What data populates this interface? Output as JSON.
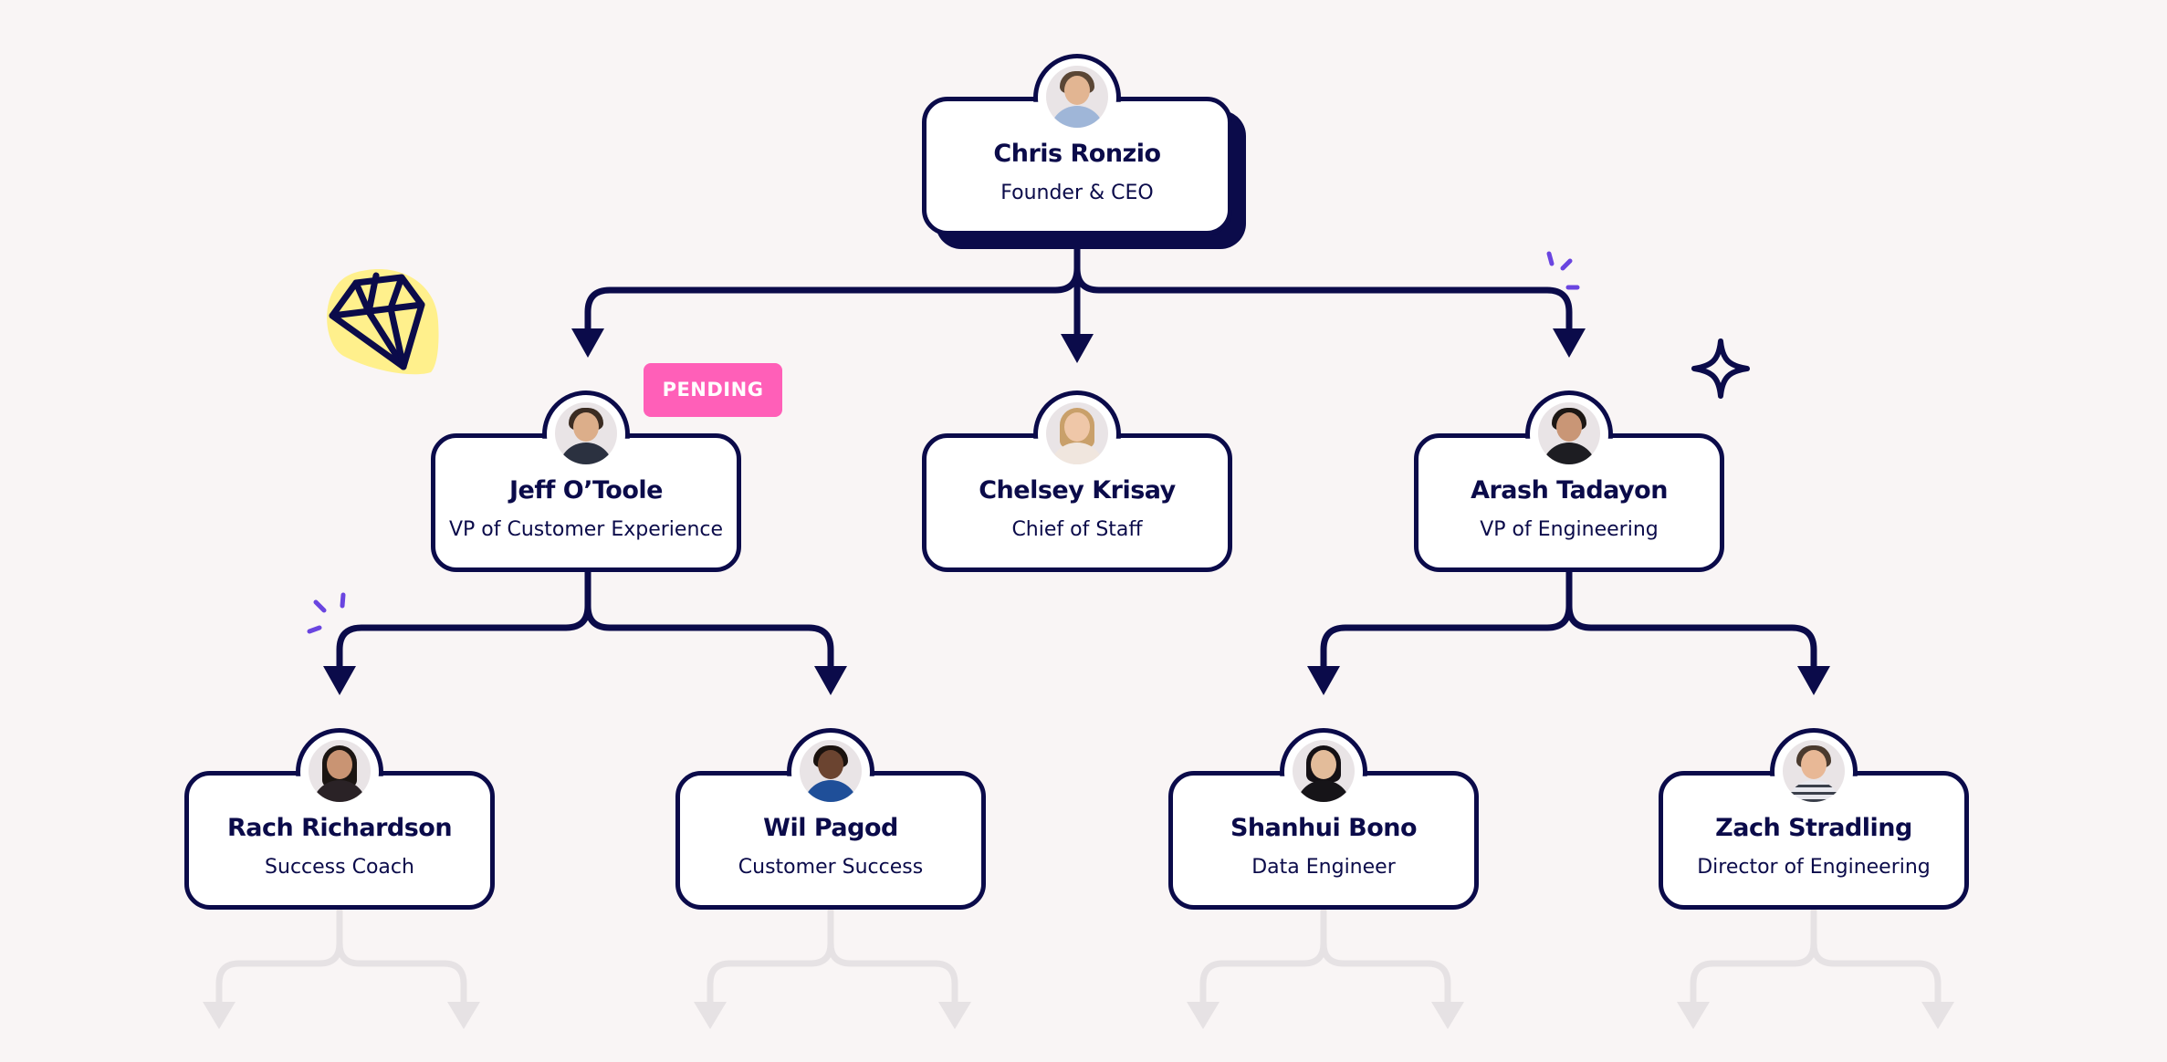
{
  "colors": {
    "ink": "#0b0b4a",
    "background": "#f9f5f5",
    "card": "#ffffff",
    "badge": "#ff5fb8",
    "accent_purple": "#6a45e0",
    "gem_highlight": "#fff08c",
    "faded_connector": "#e6e2e4"
  },
  "org": {
    "ceo": {
      "name": "Chris Ronzio",
      "role": "Founder & CEO"
    },
    "vp_cx": {
      "name": "Jeff O’Toole",
      "role": "VP of Customer Experience",
      "badge": "PENDING"
    },
    "chief_of_staff": {
      "name": "Chelsey Krisay",
      "role": "Chief of Staff"
    },
    "vp_eng": {
      "name": "Arash Tadayon",
      "role": "VP of Engineering"
    },
    "success_coach": {
      "name": "Rach Richardson",
      "role": "Success Coach"
    },
    "customer_success": {
      "name": "Wil Pagod",
      "role": "Customer Success"
    },
    "data_engineer": {
      "name": "Shanhui Bono",
      "role": "Data Engineer"
    },
    "director_eng": {
      "name": "Zach Stradling",
      "role": "Director of Engineering"
    }
  },
  "icons": {
    "decoration_left": "diamond-icon",
    "decoration_right": "sparkle-icon",
    "avatar": "person-photo-icon"
  }
}
